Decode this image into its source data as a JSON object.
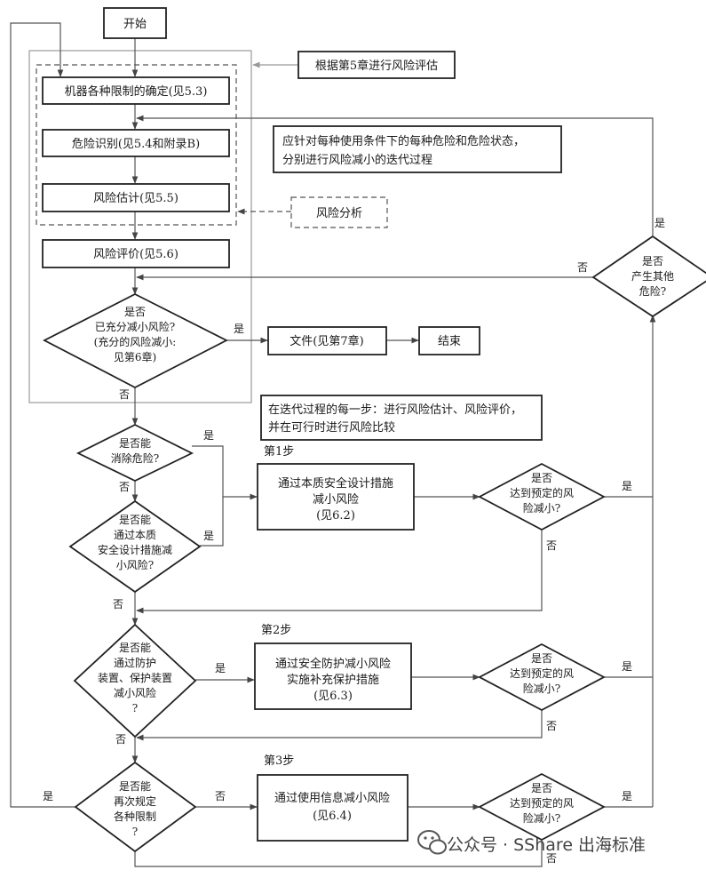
{
  "nodes": {
    "start": "开始",
    "note_eval": "根据第5章进行风险评估",
    "limits": "机器各种限制的确定(见5.3)",
    "hazard_id": "危险识别(见5.4和附录B)",
    "risk_est": "风险估计(见5.5)",
    "risk_analysis": "风险分析",
    "risk_eval": "风险评价(见5.6)",
    "note_iter": [
      "应针对每种使用条件下的每种危险和危险状态，",
      "分别进行风险减小的迭代过程"
    ],
    "d_adequate": [
      "是否",
      "已充分减小风险?",
      "(充分的风险减小:",
      "见第6章)"
    ],
    "doc": "文件(见第7章)",
    "end": "结束",
    "d_other": [
      "是否",
      "产生其他",
      "危险?"
    ],
    "note_step": [
      "在迭代过程的每一步：进行风险估计、风险评价，",
      "并在可行时进行风险比较"
    ],
    "d_eliminate": [
      "是否能",
      "消除危险?"
    ],
    "d_inherent": [
      "是否能",
      "通过本质",
      "安全设计措施减",
      "小风险?"
    ],
    "step1": "第1步",
    "box1": [
      "通过本质安全设计措施",
      "减小风险",
      "(见6.2)"
    ],
    "d_reached1": [
      "是否",
      "达到预定的风",
      "险减小?"
    ],
    "d_guard": [
      "是否能",
      "通过防护",
      "装置、保护装置",
      "减小风险",
      "?"
    ],
    "step2": "第2步",
    "box2": [
      "通过安全防护减小风险",
      "实施补充保护措施",
      "(见6.3)"
    ],
    "d_reached2": [
      "是否",
      "达到预定的风",
      "险减小?"
    ],
    "d_limits": [
      "是否能",
      "再次规定",
      "各种限制",
      "?"
    ],
    "step3": "第3步",
    "box3": [
      "通过使用信息减小风险",
      "(见6.4)"
    ],
    "d_reached3": [
      "是否",
      "达到预定的风",
      "险减小?"
    ]
  },
  "labels": {
    "yes": "是",
    "no": "否"
  },
  "watermark": "公众号 · SShare 出海标准"
}
